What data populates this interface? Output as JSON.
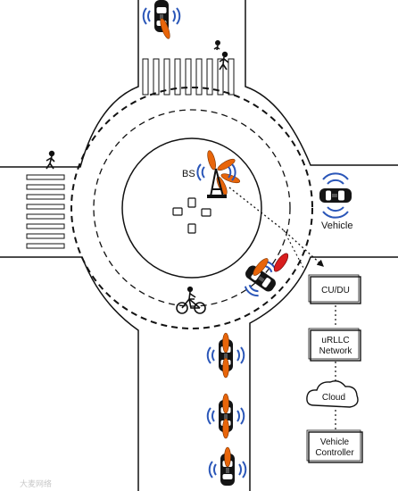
{
  "labels": {
    "bs": "BS",
    "vehicle": "Vehicle"
  },
  "architecture": {
    "cu_du": "CU/DU",
    "urllc_line1": "uRLLC",
    "urllc_line2": "Network",
    "cloud": "Cloud",
    "controller_line1": "Vehicle",
    "controller_line2": "Controller"
  },
  "watermark": "大麦网络",
  "colors": {
    "road": "#ffffff",
    "line": "#111111",
    "beam": "#e8650a",
    "signal": "#2a56b8",
    "brake": "#d81e1e"
  }
}
